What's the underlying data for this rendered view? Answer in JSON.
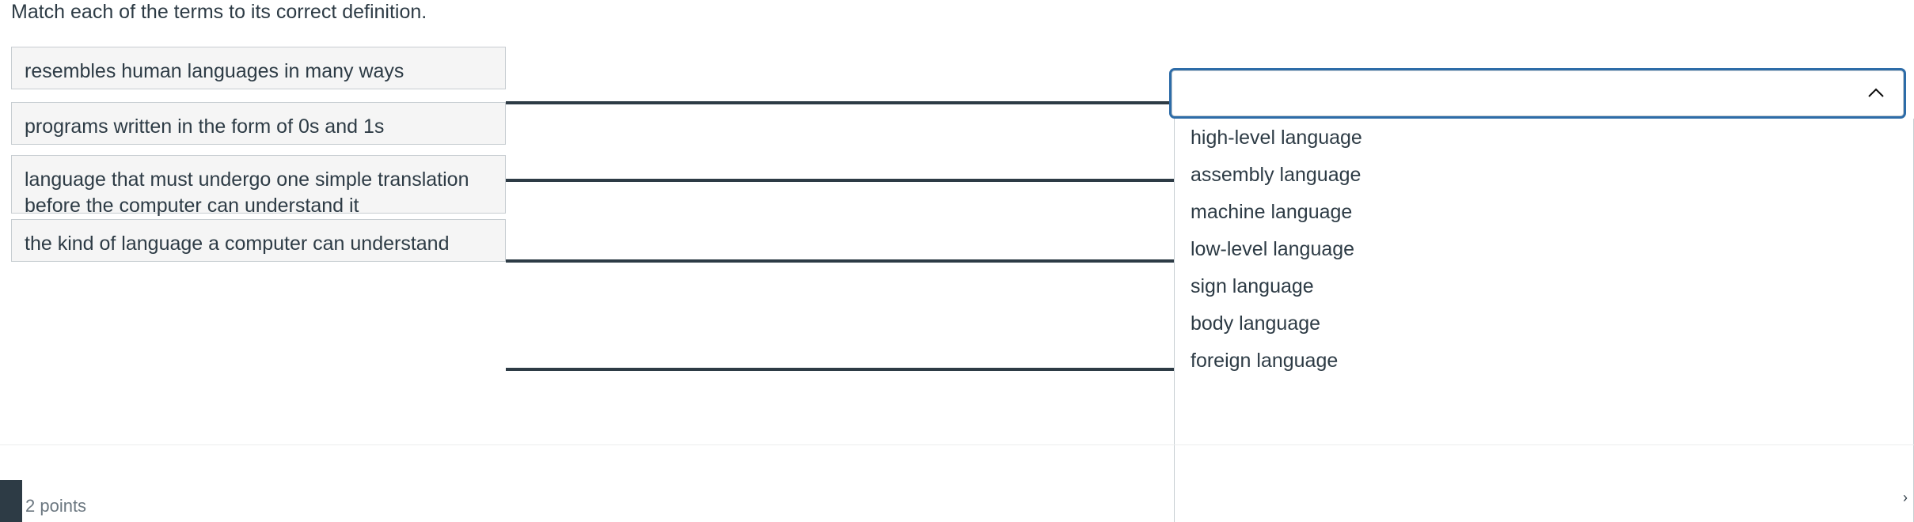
{
  "question": {
    "prompt": "Match each of the terms to its correct definition.",
    "points_label": "2 points"
  },
  "terms": [
    {
      "text": "resembles human languages in many ways"
    },
    {
      "text": "programs written in the form of 0s and 1s"
    },
    {
      "text": "language that must undergo one simple translation before the computer can understand it"
    },
    {
      "text": "the kind of language a computer can understand"
    }
  ],
  "answer_select": {
    "value": "",
    "state": "open",
    "toggle_icon": "chevron-up-icon"
  },
  "options": [
    {
      "label": "high-level language"
    },
    {
      "label": "assembly language"
    },
    {
      "label": "machine language"
    },
    {
      "label": "low-level language"
    },
    {
      "label": "sign language"
    },
    {
      "label": "body language"
    },
    {
      "label": "foreign language"
    }
  ],
  "icons": {
    "scroll_right": "›"
  },
  "colors": {
    "text": "#2d3b45",
    "box_bg": "#f5f5f5",
    "box_border": "#c7cdd1",
    "focus_ring": "#2d6ca8",
    "connector": "#2d3b45",
    "muted_text": "#6b7780"
  }
}
